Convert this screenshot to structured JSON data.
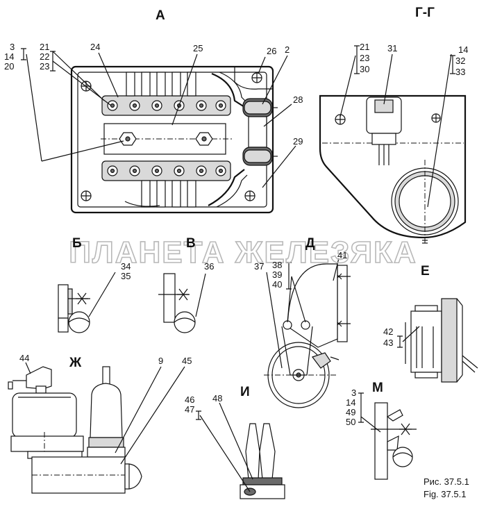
{
  "views": {
    "a": "А",
    "g_g": "Г-Г",
    "b": "Б",
    "v": "В",
    "d": "Д",
    "e": "Е",
    "zh": "Ж",
    "i": "И",
    "m": "М"
  },
  "callouts": {
    "c3_14_20": [
      "3",
      "14",
      "20"
    ],
    "c21_22_23": [
      "21",
      "22",
      "23"
    ],
    "c24": "24",
    "c25": "25",
    "c26": "26",
    "c2": "2",
    "c28": "28",
    "c29": "29",
    "c21_23_30": [
      "21",
      "23",
      "30"
    ],
    "c31": "31",
    "c14_32_33": [
      "14",
      "32",
      "33"
    ],
    "c34_35": [
      "34",
      "35"
    ],
    "c36": "36",
    "c37": "37",
    "c38_39_40": [
      "38",
      "39",
      "40"
    ],
    "c41": "41",
    "c42_43": [
      "42",
      "43"
    ],
    "c44": "44",
    "c9": "9",
    "c45": "45",
    "c46_47": [
      "46",
      "47"
    ],
    "c48": "48",
    "c3_14_49_50": [
      "3",
      "14",
      "49",
      "50"
    ]
  },
  "watermark": "ПЛАНЕТА ЖЕЛЕЗЯКА",
  "figure_caption": {
    "ru": "Рис. 37.5.1",
    "en": "Fig. 37.5.1"
  }
}
